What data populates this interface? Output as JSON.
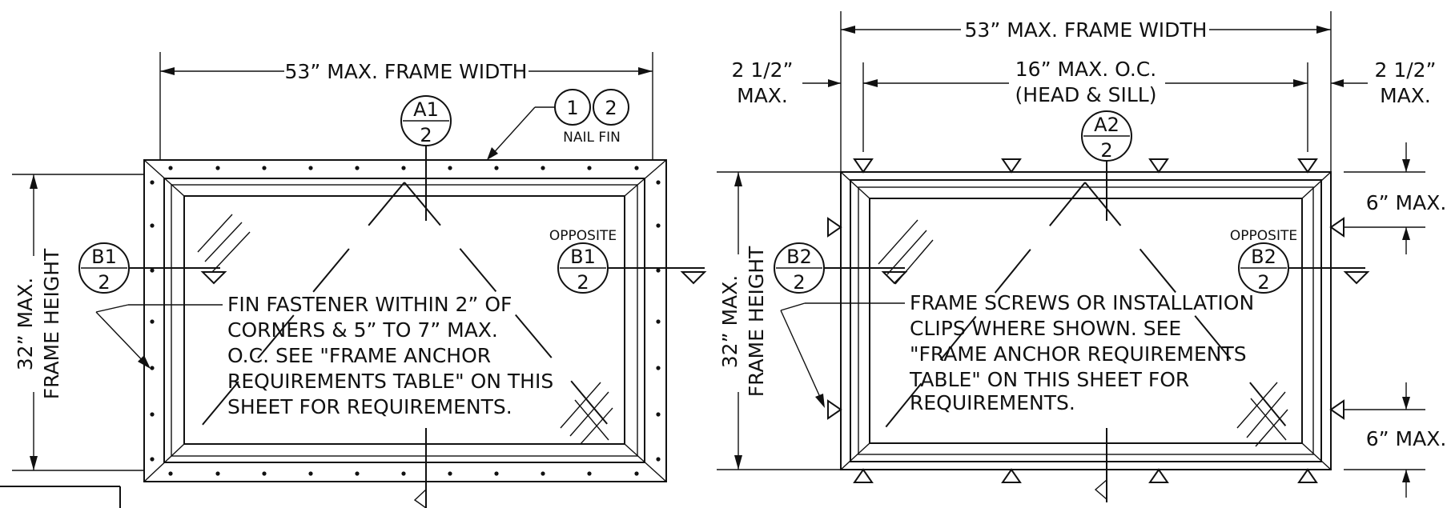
{
  "left_view": {
    "width_dim": "53” MAX. FRAME WIDTH",
    "height_dim_line1": "32” MAX.",
    "height_dim_line2": "FRAME HEIGHT",
    "callout_a1": {
      "top": "A1",
      "bottom": "2"
    },
    "callout_b1_left": {
      "top": "B1",
      "bottom": "2"
    },
    "callout_b1_right": {
      "top": "B1",
      "bottom": "2"
    },
    "opposite_label": "OPPOSITE",
    "nail_fin": {
      "circle1": "1",
      "circle2": "2",
      "label": "NAIL FIN"
    },
    "note_lines": [
      "FIN FASTENER WITHIN 2” OF",
      "CORNERS & 5” TO 7” MAX.",
      "O.C.  SEE \"FRAME ANCHOR",
      "REQUIREMENTS TABLE\" ON THIS",
      "SHEET FOR REQUIREMENTS."
    ]
  },
  "right_view": {
    "width_dim": "53” MAX. FRAME WIDTH",
    "oc_line1": "16” MAX. O.C.",
    "oc_line2": "(HEAD & SILL)",
    "left_edge_line1": "2 1/2”",
    "left_edge_line2": "MAX.",
    "right_edge_line1": "2 1/2”",
    "right_edge_line2": "MAX.",
    "height_dim_line1": "32” MAX.",
    "height_dim_line2": "FRAME HEIGHT",
    "top_jamb_dim": "6” MAX.",
    "bottom_jamb_dim": "6” MAX.",
    "callout_a2": {
      "top": "A2",
      "bottom": "2"
    },
    "callout_b2_left": {
      "top": "B2",
      "bottom": "2"
    },
    "callout_b2_right": {
      "top": "B2",
      "bottom": "2"
    },
    "opposite_label": "OPPOSITE",
    "note_lines": [
      "FRAME SCREWS OR INSTALLATION",
      "CLIPS WHERE SHOWN. SEE",
      "\"FRAME ANCHOR REQUIREMENTS",
      "TABLE\" ON THIS SHEET FOR",
      "REQUIREMENTS."
    ]
  }
}
